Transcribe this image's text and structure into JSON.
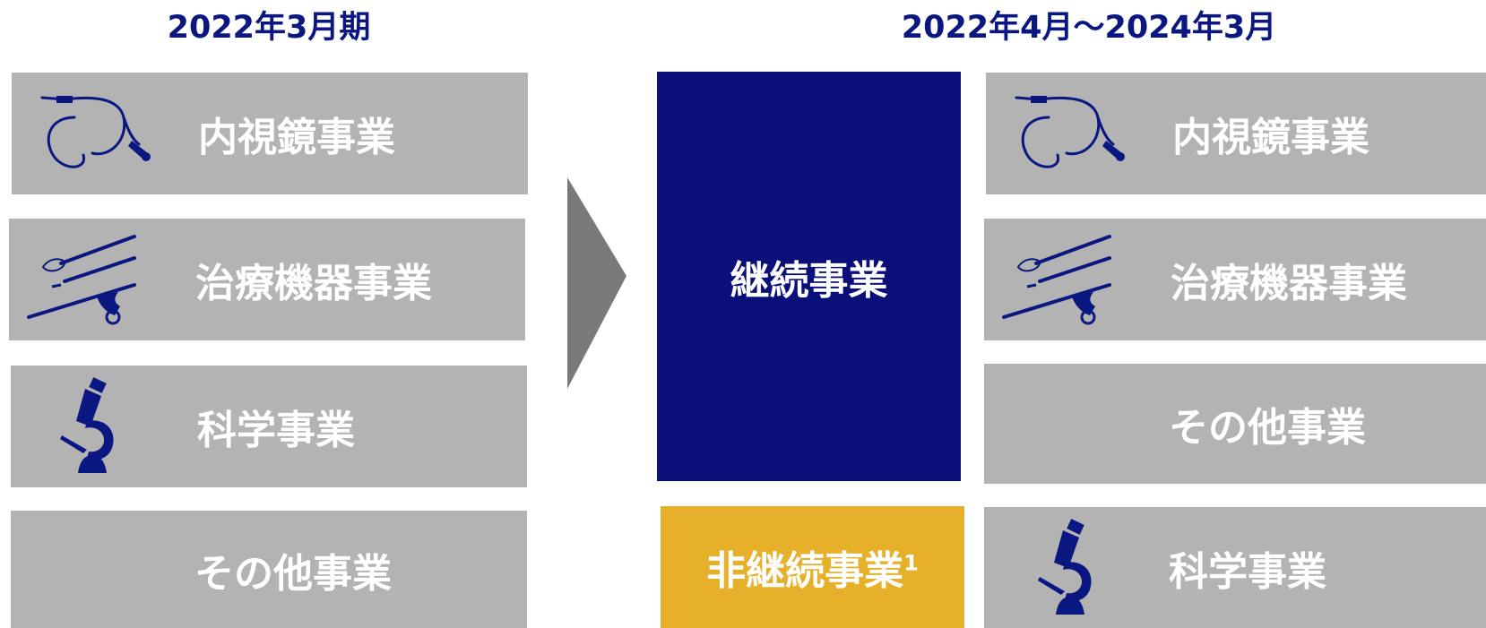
{
  "header": {
    "left_period": "2022年3月期",
    "right_period": "2022年4月～2024年3月"
  },
  "left_column": {
    "items": [
      {
        "label": "内視鏡事業",
        "icon": "endoscope-icon"
      },
      {
        "label": "治療機器事業",
        "icon": "therapeutic-devices-icon"
      },
      {
        "label": "科学事業",
        "icon": "microscope-icon"
      },
      {
        "label": "その他事業",
        "icon": ""
      }
    ]
  },
  "center": {
    "continuing_label": "継続事業",
    "discontinued_label": "非継続事業",
    "discontinued_note": "1"
  },
  "right_column": {
    "items": [
      {
        "label": "内視鏡事業",
        "icon": "endoscope-icon"
      },
      {
        "label": "治療機器事業",
        "icon": "therapeutic-devices-icon"
      },
      {
        "label": "その他事業",
        "icon": ""
      },
      {
        "label": "科学事業",
        "icon": "microscope-icon"
      }
    ]
  },
  "colors": {
    "navy": "#0a0f7a",
    "gold": "#e6b02a",
    "gray_box": "#b3b3b3",
    "arrow_gray": "#7a7a7a"
  }
}
